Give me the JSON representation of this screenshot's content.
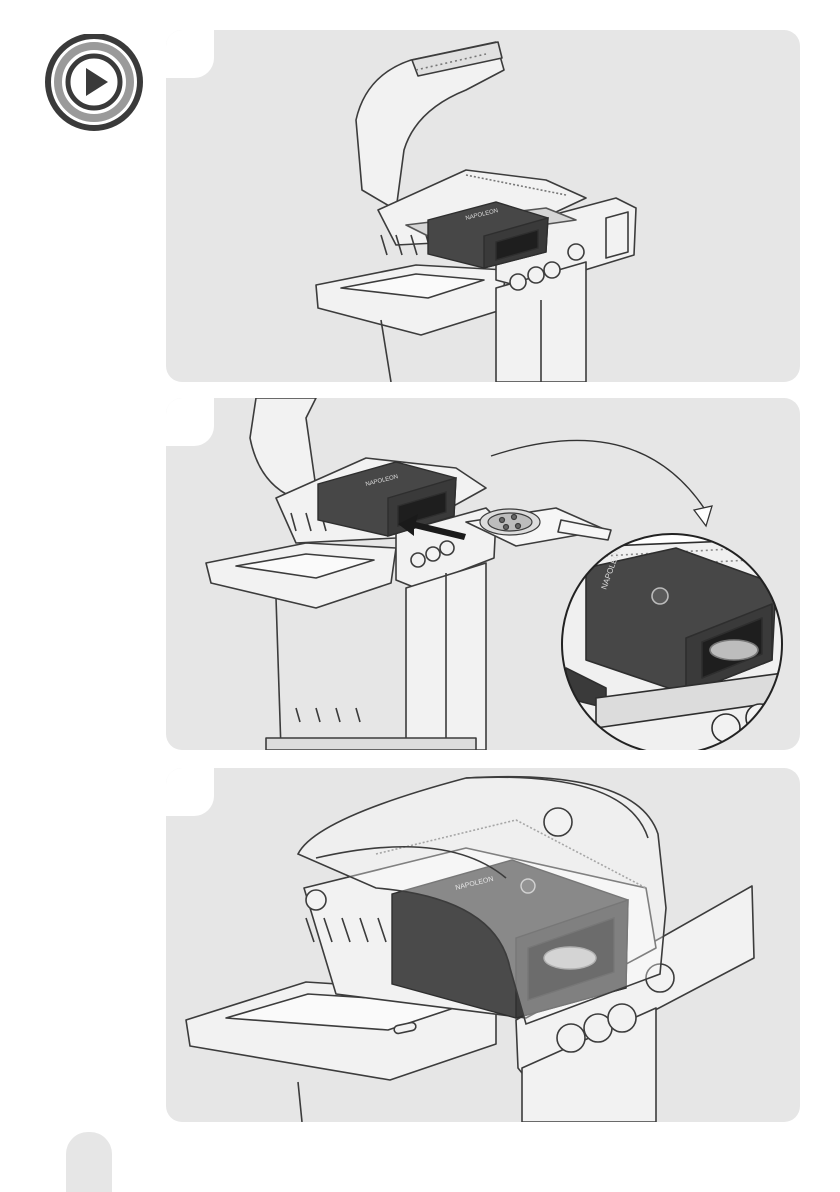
{
  "icons": {
    "play": "play-icon"
  },
  "colors": {
    "panel_background": "#e6e6e6",
    "outline": "#3c3c3c",
    "oven_dark": "#474747",
    "page": "#ffffff"
  },
  "steps": [
    {
      "id": "step-1",
      "oven_logo": "NAPOLEON"
    },
    {
      "id": "step-2",
      "oven_logo": "NAPOLEON",
      "zoom_logo": "NAPOLEON"
    },
    {
      "id": "step-3",
      "oven_logo": "NAPOLEON"
    }
  ]
}
